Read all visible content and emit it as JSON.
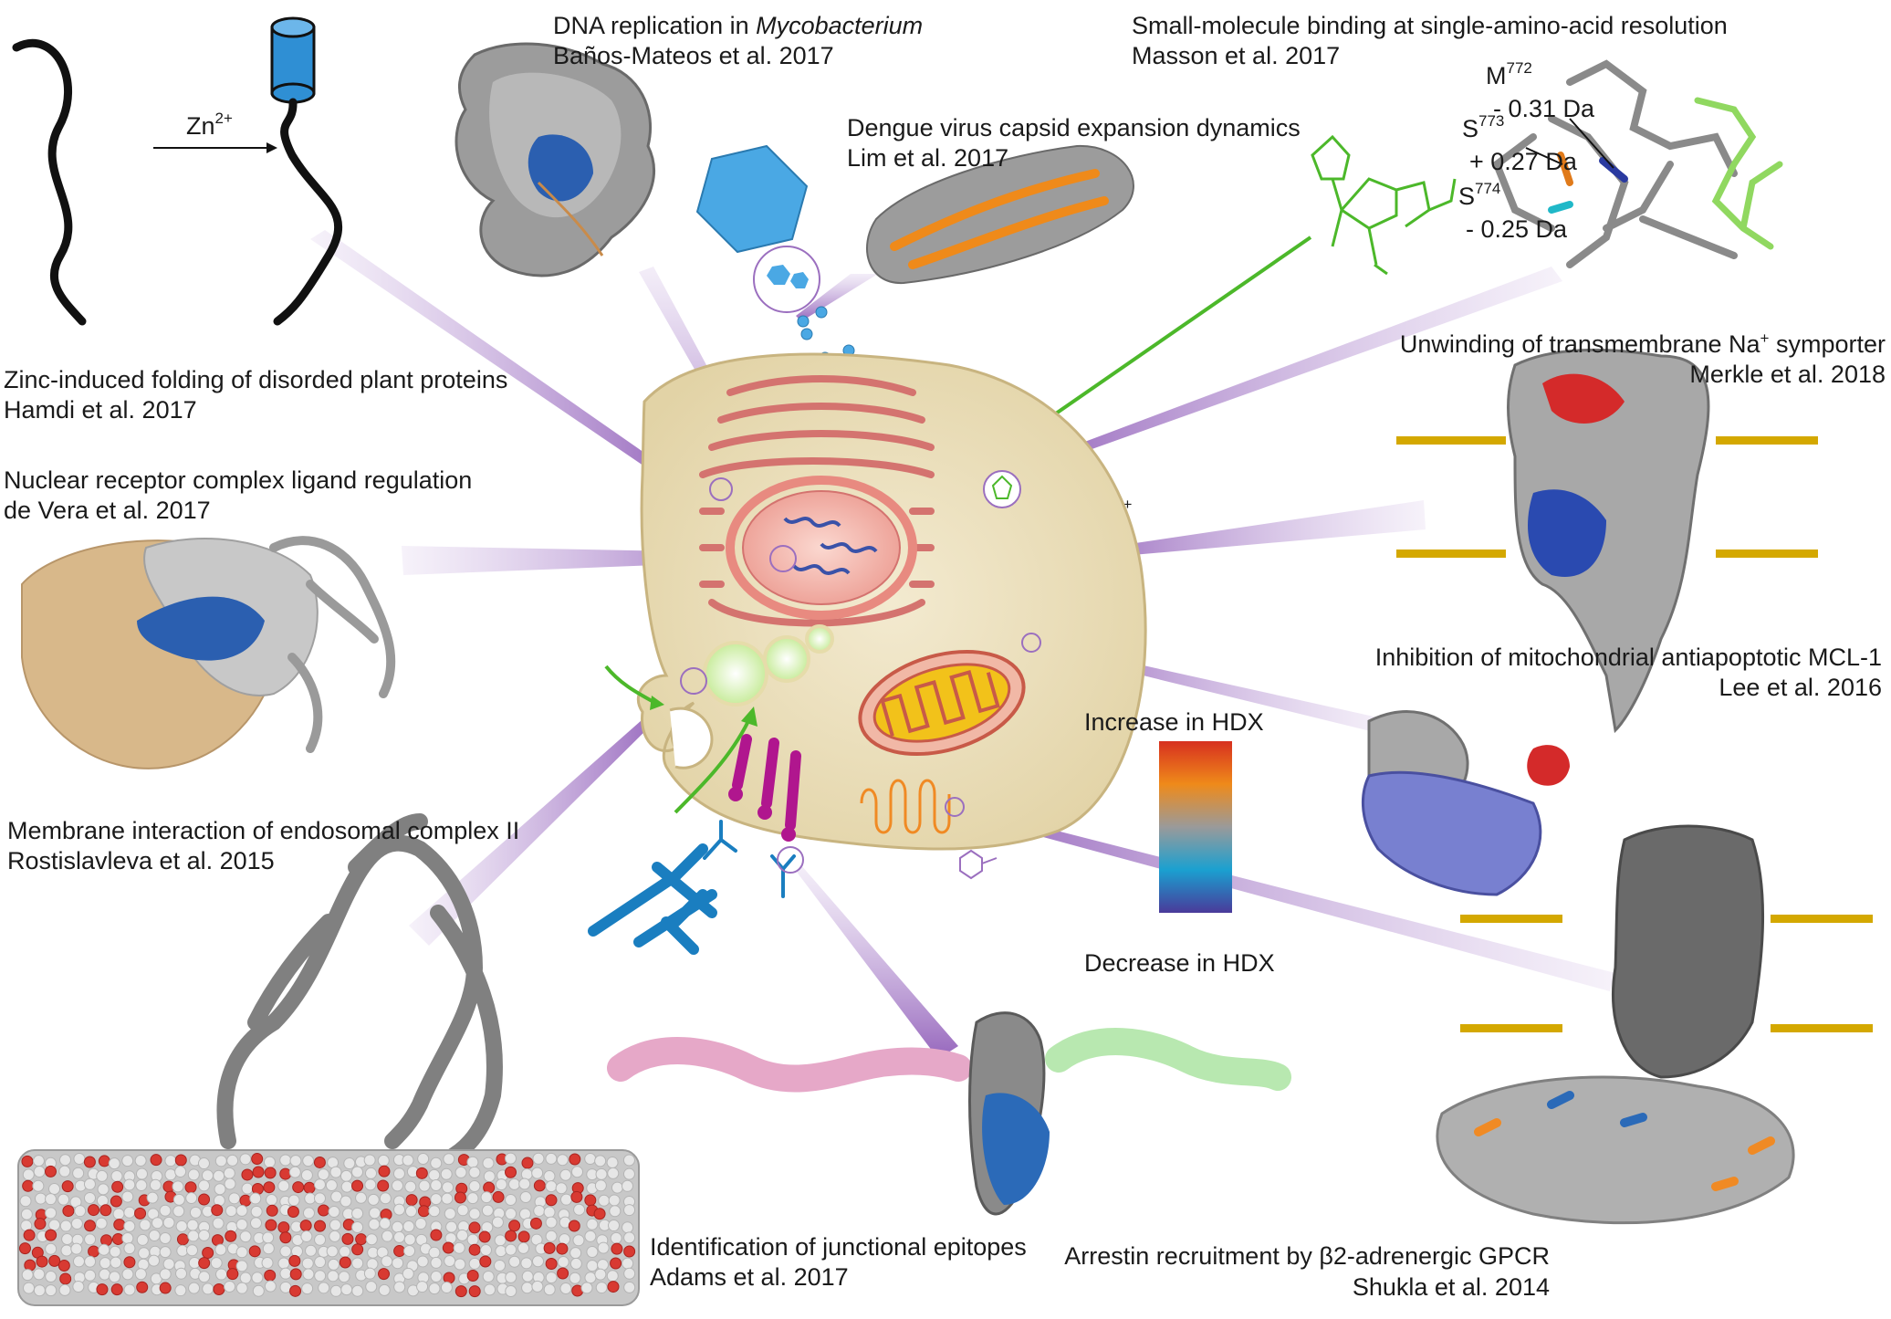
{
  "panels": [
    {
      "id": "zinc",
      "title": "Zinc-induced folding of disorded plant proteins",
      "ref": "Hamdi et al. 2017"
    },
    {
      "id": "dna",
      "title_prefix": "DNA replication in ",
      "title_italic": "Mycobacterium",
      "ref": "Baños-Mateos et al. 2017"
    },
    {
      "id": "dengue",
      "title": "Dengue virus capsid expansion dynamics",
      "ref": "Lim et al. 2017"
    },
    {
      "id": "small-molecule",
      "title": "Small-molecule binding at single-amino-acid resolution",
      "ref": "Masson et al. 2017"
    },
    {
      "id": "symporter",
      "title_prefix": "Unwinding of transmembrane Na",
      "title_sup": "+",
      "title_suffix": " symporter",
      "ref": "Merkle et al. 2018"
    },
    {
      "id": "nuclear",
      "title": "Nuclear receptor complex ligand regulation",
      "ref": "de Vera et al. 2017"
    },
    {
      "id": "mcl1",
      "title": "Inhibition of mitochondrial antiapoptotic MCL-1",
      "ref": "Lee et al. 2016"
    },
    {
      "id": "endosomal",
      "title": "Membrane interaction of endosomal complex II",
      "ref": "Rostislavleva et al. 2015"
    },
    {
      "id": "epitopes",
      "title": "Identification of junctional epitopes",
      "ref": "Adams et al. 2017"
    },
    {
      "id": "arrestin",
      "title": "Arrestin recruitment by β2-adrenergic GPCR",
      "ref": "Shukla et al. 2014"
    }
  ],
  "zinc_arrow": {
    "ion": "Zn",
    "charge": "2+"
  },
  "sodium": {
    "ion": "Na",
    "charge": "+"
  },
  "residues": [
    {
      "name": "M",
      "number": "772",
      "shift": "- 0.31 Da"
    },
    {
      "name": "S",
      "number": "773",
      "shift": "+ 0.27 Da"
    },
    {
      "name": "S",
      "number": "774",
      "shift": "- 0.25 Da"
    }
  ],
  "hdx_scale": {
    "top_label": "Increase in HDX",
    "bottom_label": "Decrease in HDX",
    "colors": [
      "#d7301f",
      "#ef8a1a",
      "#9a9a9a",
      "#1aa0d0",
      "#4a3a9a"
    ]
  },
  "colors": {
    "cell": "#e8dcb8",
    "cell_edge": "#c8b480",
    "er": "#d4736f",
    "nucleus": "#f2b3ab",
    "dna": "#3a52a8",
    "spoke": "#9b6fbf",
    "green_arrow": "#4cb82a",
    "blue_arrow": "#1a75b8",
    "membrane": "#d4a800",
    "antibody": "#1a7ec0",
    "receptor": "#b0168e",
    "gpcr_loop": "#f08a24",
    "mito": "#d86a5a",
    "mito_inner": "#f2c21a"
  }
}
